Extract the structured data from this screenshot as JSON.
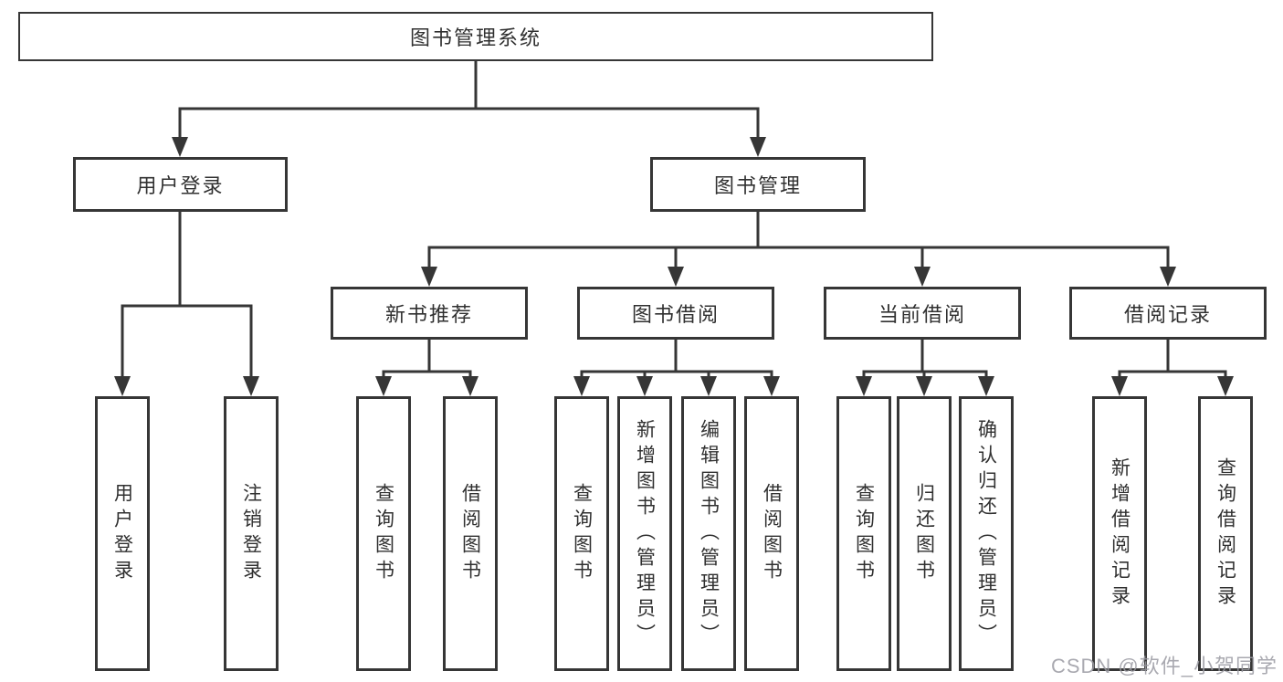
{
  "diagram": {
    "title": "图书管理系统",
    "level2": [
      {
        "id": "user-login",
        "label": "用户登录"
      },
      {
        "id": "book-management",
        "label": "图书管理"
      }
    ],
    "level3": [
      {
        "id": "new-book-recommend",
        "label": "新书推荐",
        "parent": "图书管理"
      },
      {
        "id": "book-borrowing",
        "label": "图书借阅",
        "parent": "图书管理"
      },
      {
        "id": "current-borrowing",
        "label": "当前借阅",
        "parent": "图书管理"
      },
      {
        "id": "borrowing-records",
        "label": "借阅记录",
        "parent": "图书管理"
      }
    ],
    "leaves": [
      {
        "id": "leaf-user-login",
        "label": "用户登录",
        "parent": "用户登录"
      },
      {
        "id": "leaf-logout",
        "label": "注销登录",
        "parent": "用户登录"
      },
      {
        "id": "leaf-query-books-1",
        "label": "查询图书",
        "parent": "新书推荐"
      },
      {
        "id": "leaf-borrow-books-1",
        "label": "借阅图书",
        "parent": "新书推荐"
      },
      {
        "id": "leaf-query-books-2",
        "label": "查询图书",
        "parent": "图书借阅"
      },
      {
        "id": "leaf-add-books-admin",
        "label": "新增图书（管理员）",
        "parent": "图书借阅"
      },
      {
        "id": "leaf-edit-books-admin",
        "label": "编辑图书（管理员）",
        "parent": "图书借阅"
      },
      {
        "id": "leaf-borrow-books-2",
        "label": "借阅图书",
        "parent": "图书借阅"
      },
      {
        "id": "leaf-query-books-3",
        "label": "查询图书",
        "parent": "当前借阅"
      },
      {
        "id": "leaf-return-books",
        "label": "归还图书",
        "parent": "当前借阅"
      },
      {
        "id": "leaf-confirm-return-admin",
        "label": "确认归还（管理员）",
        "parent": "当前借阅"
      },
      {
        "id": "leaf-add-borrow-record",
        "label": "新增借阅记录",
        "parent": "借阅记录"
      },
      {
        "id": "leaf-query-borrow-record",
        "label": "查询借阅记录",
        "parent": "借阅记录"
      }
    ]
  },
  "watermark": {
    "text": "CSDN @软件_小贺同学"
  },
  "colors": {
    "line": "#363636",
    "node_background": "#ffffff",
    "text": "#303030",
    "watermark": "#9b9ba3",
    "page_background": "#ffffff"
  }
}
